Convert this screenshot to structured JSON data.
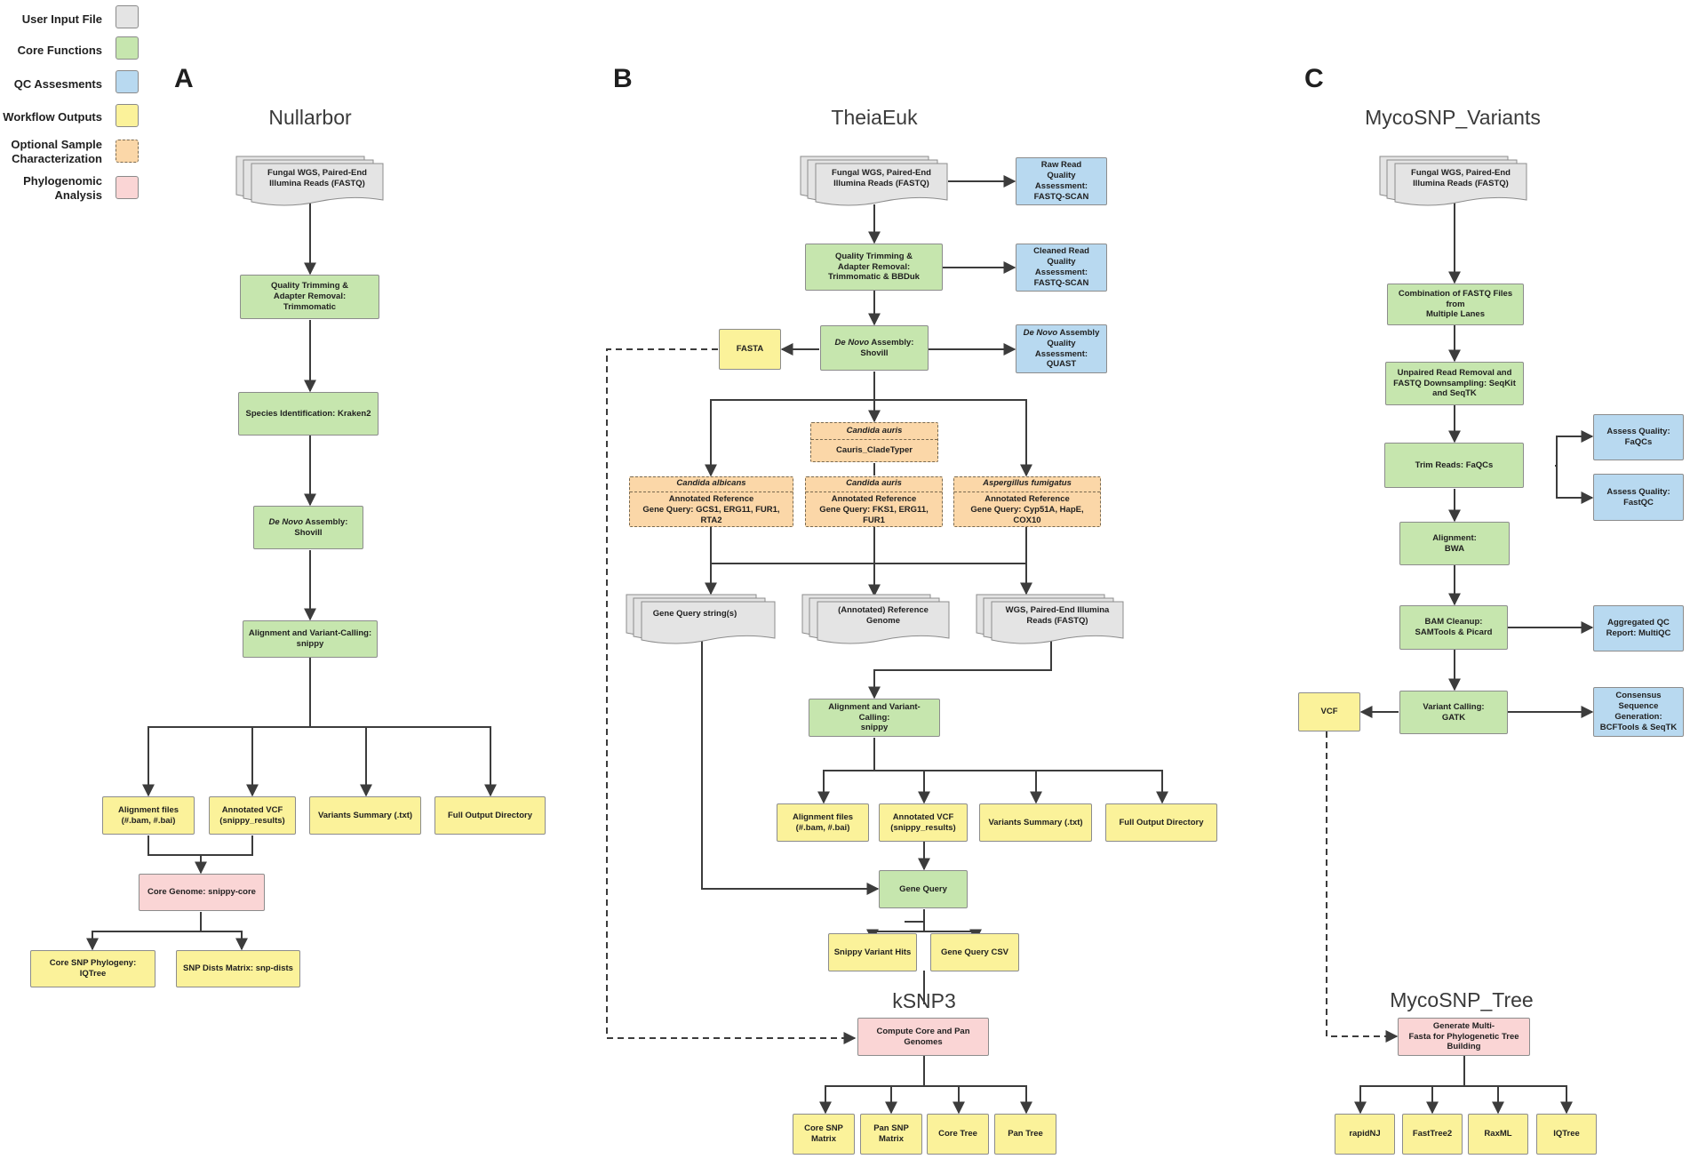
{
  "legend": [
    {
      "id": "user-input",
      "label": "User Input File",
      "color": "#e4e4e4"
    },
    {
      "id": "core",
      "label": "Core Functions",
      "color": "#c6e6ae"
    },
    {
      "id": "qc",
      "label": "QC Assesments",
      "color": "#b8d9f0"
    },
    {
      "id": "outputs",
      "label": "Workflow Outputs",
      "color": "#fbf29a"
    },
    {
      "id": "optional",
      "label": "Optional Sample\nCharacterization",
      "color": "#fbd7a8"
    },
    {
      "id": "phylo",
      "label": "Phylogenomic\nAnalysis",
      "color": "#fad5d5"
    }
  ],
  "panels": {
    "a": {
      "letter": "A",
      "title": "Nullarbor"
    },
    "b": {
      "letter": "B",
      "title": "TheiaEuk",
      "title2": "kSNP3"
    },
    "c": {
      "letter": "C",
      "title": "MycoSNP_Variants",
      "title2": "MycoSNP_Tree"
    }
  },
  "a": {
    "input": "Fungal WGS, Paired-End\nIllumina Reads (FASTQ)",
    "trim": "Quality Trimming &\nAdapter Removal:\nTrimmomatic",
    "species": "Species Identification: Kraken2",
    "assembly_italic": "De Novo",
    "assembly_rest": " Assembly:\nShovill",
    "align": "Alignment and Variant-Calling:\nsnippy",
    "out1": "Alignment files\n(#.bam, #.bai)",
    "out2": "Annotated VCF\n(snippy_results)",
    "out3": "Variants Summary (.txt)",
    "out4": "Full Output Directory",
    "core": "Core Genome: snippy-core",
    "phy1": "Core SNP Phylogeny: IQTree",
    "phy2": "SNP Dists Matrix: snp-dists"
  },
  "b": {
    "input": "Fungal WGS, Paired-End\nIllumina Reads (FASTQ)",
    "raw_qc": "Raw Read\nQuality Assessment:\nFASTQ-SCAN",
    "trim": "Quality Trimming &\nAdapter Removal:\nTrimmomatic & BBDuk",
    "clean_qc": "Cleaned Read\nQuality Assessment:\nFASTQ-SCAN",
    "fasta": "FASTA",
    "assembly_italic": "De Novo",
    "assembly_rest": " Assembly:\nShovill",
    "quast_italic": "De Novo",
    "quast_rest": " Assembly\nQuality Assessment:\nQUAST",
    "cauris_org": "Candida auris",
    "cauris_tool": "Cauris_CladeTyper",
    "albicans_org": "Candida albicans",
    "albicans_info": "Annotated Reference\nGene Query: GCS1, ERG11, FUR1, RTA2",
    "auris2_org": "Candida auris",
    "auris2_info": "Annotated Reference\nGene Query: FKS1, ERG11, FUR1",
    "asper_org": "Aspergillus fumigatus",
    "asper_info": "Annotated Reference\nGene Query: Cyp51A, HapE, COX10",
    "doc_gene": "Gene Query string(s)",
    "doc_ref": "(Annotated) Reference\nGenome",
    "doc_wgs": "WGS, Paired-End Illumina\nReads (FASTQ)",
    "align": "Alignment and Variant-Calling:\nsnippy",
    "out1": "Alignment files\n(#.bam, #.bai)",
    "out2": "Annotated VCF\n(snippy_results)",
    "out3": "Variants Summary (.txt)",
    "out4": "Full Output Directory",
    "gene_query": "Gene Query",
    "hits": "Snippy Variant Hits",
    "csv": "Gene Query CSV",
    "ksnp": "Compute Core and Pan\nGenomes",
    "k1": "Core SNP\nMatrix",
    "k2": "Pan SNP\nMatrix",
    "k3": "Core Tree",
    "k4": "Pan Tree"
  },
  "c": {
    "input": "Fungal WGS, Paired-End\nIllumina Reads (FASTQ)",
    "combine": "Combination of FASTQ Files from\nMultiple Lanes",
    "unpaired": "Unpaired Read Removal and\nFASTQ Downsampling: SeqKit\nand SeqTK",
    "trim": "Trim Reads: FaQCs",
    "faqcs": "Assess Quality:\nFaQCs",
    "fastqc": "Assess Quality:\nFastQC",
    "bwa": "Alignment:\nBWA",
    "bam": "BAM Cleanup:\nSAMTools & Picard",
    "multiqc": "Aggregated QC\nReport: MultiQC",
    "vcf": "VCF",
    "gatk": "Variant Calling:\nGATK",
    "consensus": "Consensus\nSequence\nGeneration:\nBCFTools & SeqTK",
    "multifasta": "Generate Multi-\nFasta for Phylogenetic Tree\nBuilding",
    "t1": "rapidNJ",
    "t2": "FastTree2",
    "t3": "RaxML",
    "t4": "IQTree"
  }
}
